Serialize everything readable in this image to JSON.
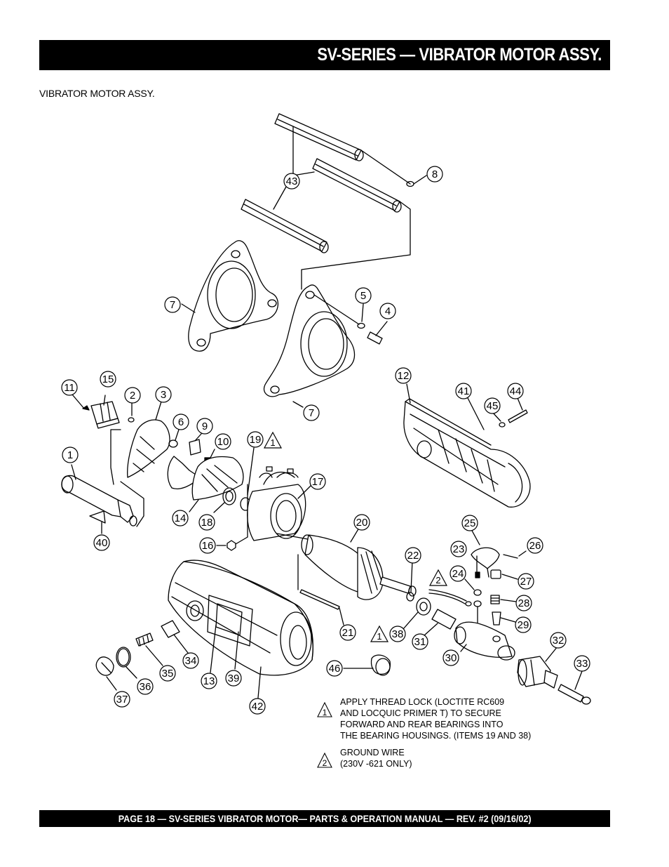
{
  "header": {
    "title": "SV-SERIES —  VIBRATOR MOTOR  ASSY."
  },
  "section_label": "VIBRATOR MOTOR ASSY.",
  "callouts": [
    {
      "id": "8",
      "label": "8"
    },
    {
      "id": "43",
      "label": "43"
    },
    {
      "id": "7a",
      "label": "7"
    },
    {
      "id": "5",
      "label": "5"
    },
    {
      "id": "4",
      "label": "4"
    },
    {
      "id": "7b",
      "label": "7"
    },
    {
      "id": "11",
      "label": "11"
    },
    {
      "id": "15",
      "label": "15"
    },
    {
      "id": "2",
      "label": "2"
    },
    {
      "id": "3",
      "label": "3"
    },
    {
      "id": "6",
      "label": "6"
    },
    {
      "id": "9",
      "label": "9"
    },
    {
      "id": "10",
      "label": "10"
    },
    {
      "id": "19",
      "label": "19"
    },
    {
      "id": "12",
      "label": "12"
    },
    {
      "id": "41",
      "label": "41"
    },
    {
      "id": "44",
      "label": "44"
    },
    {
      "id": "45",
      "label": "45"
    },
    {
      "id": "1",
      "label": "1"
    },
    {
      "id": "17",
      "label": "17"
    },
    {
      "id": "14",
      "label": "14"
    },
    {
      "id": "18",
      "label": "18"
    },
    {
      "id": "40",
      "label": "40"
    },
    {
      "id": "16",
      "label": "16"
    },
    {
      "id": "20",
      "label": "20"
    },
    {
      "id": "25",
      "label": "25"
    },
    {
      "id": "23",
      "label": "23"
    },
    {
      "id": "26",
      "label": "26"
    },
    {
      "id": "22",
      "label": "22"
    },
    {
      "id": "24",
      "label": "24"
    },
    {
      "id": "27",
      "label": "27"
    },
    {
      "id": "28",
      "label": "28"
    },
    {
      "id": "29",
      "label": "29"
    },
    {
      "id": "21",
      "label": "21"
    },
    {
      "id": "38",
      "label": "38"
    },
    {
      "id": "31",
      "label": "31"
    },
    {
      "id": "32",
      "label": "32"
    },
    {
      "id": "30",
      "label": "30"
    },
    {
      "id": "33",
      "label": "33"
    },
    {
      "id": "34",
      "label": "34"
    },
    {
      "id": "35",
      "label": "35"
    },
    {
      "id": "13",
      "label": "13"
    },
    {
      "id": "39",
      "label": "39"
    },
    {
      "id": "36",
      "label": "36"
    },
    {
      "id": "37",
      "label": "37"
    },
    {
      "id": "42",
      "label": "42"
    },
    {
      "id": "46",
      "label": "46"
    }
  ],
  "flags": {
    "one": "1",
    "two": "2"
  },
  "notes": [
    {
      "flag": "1",
      "lines": [
        "APPLY THREAD LOCK (LOCTITE RC609",
        "AND LOCQUIC PRIMER T) TO SECURE",
        "FORWARD AND REAR BEARINGS INTO",
        "THE BEARING HOUSINGS. (ITEMS 19 AND 38)"
      ]
    },
    {
      "flag": "2",
      "lines": [
        "GROUND WIRE",
        "(230V -621 ONLY)"
      ]
    }
  ],
  "footer": {
    "text": "PAGE 18 — SV-SERIES  VIBRATOR MOTOR— PARTS & OPERATION MANUAL — REV. #2 (09/16/02)"
  }
}
